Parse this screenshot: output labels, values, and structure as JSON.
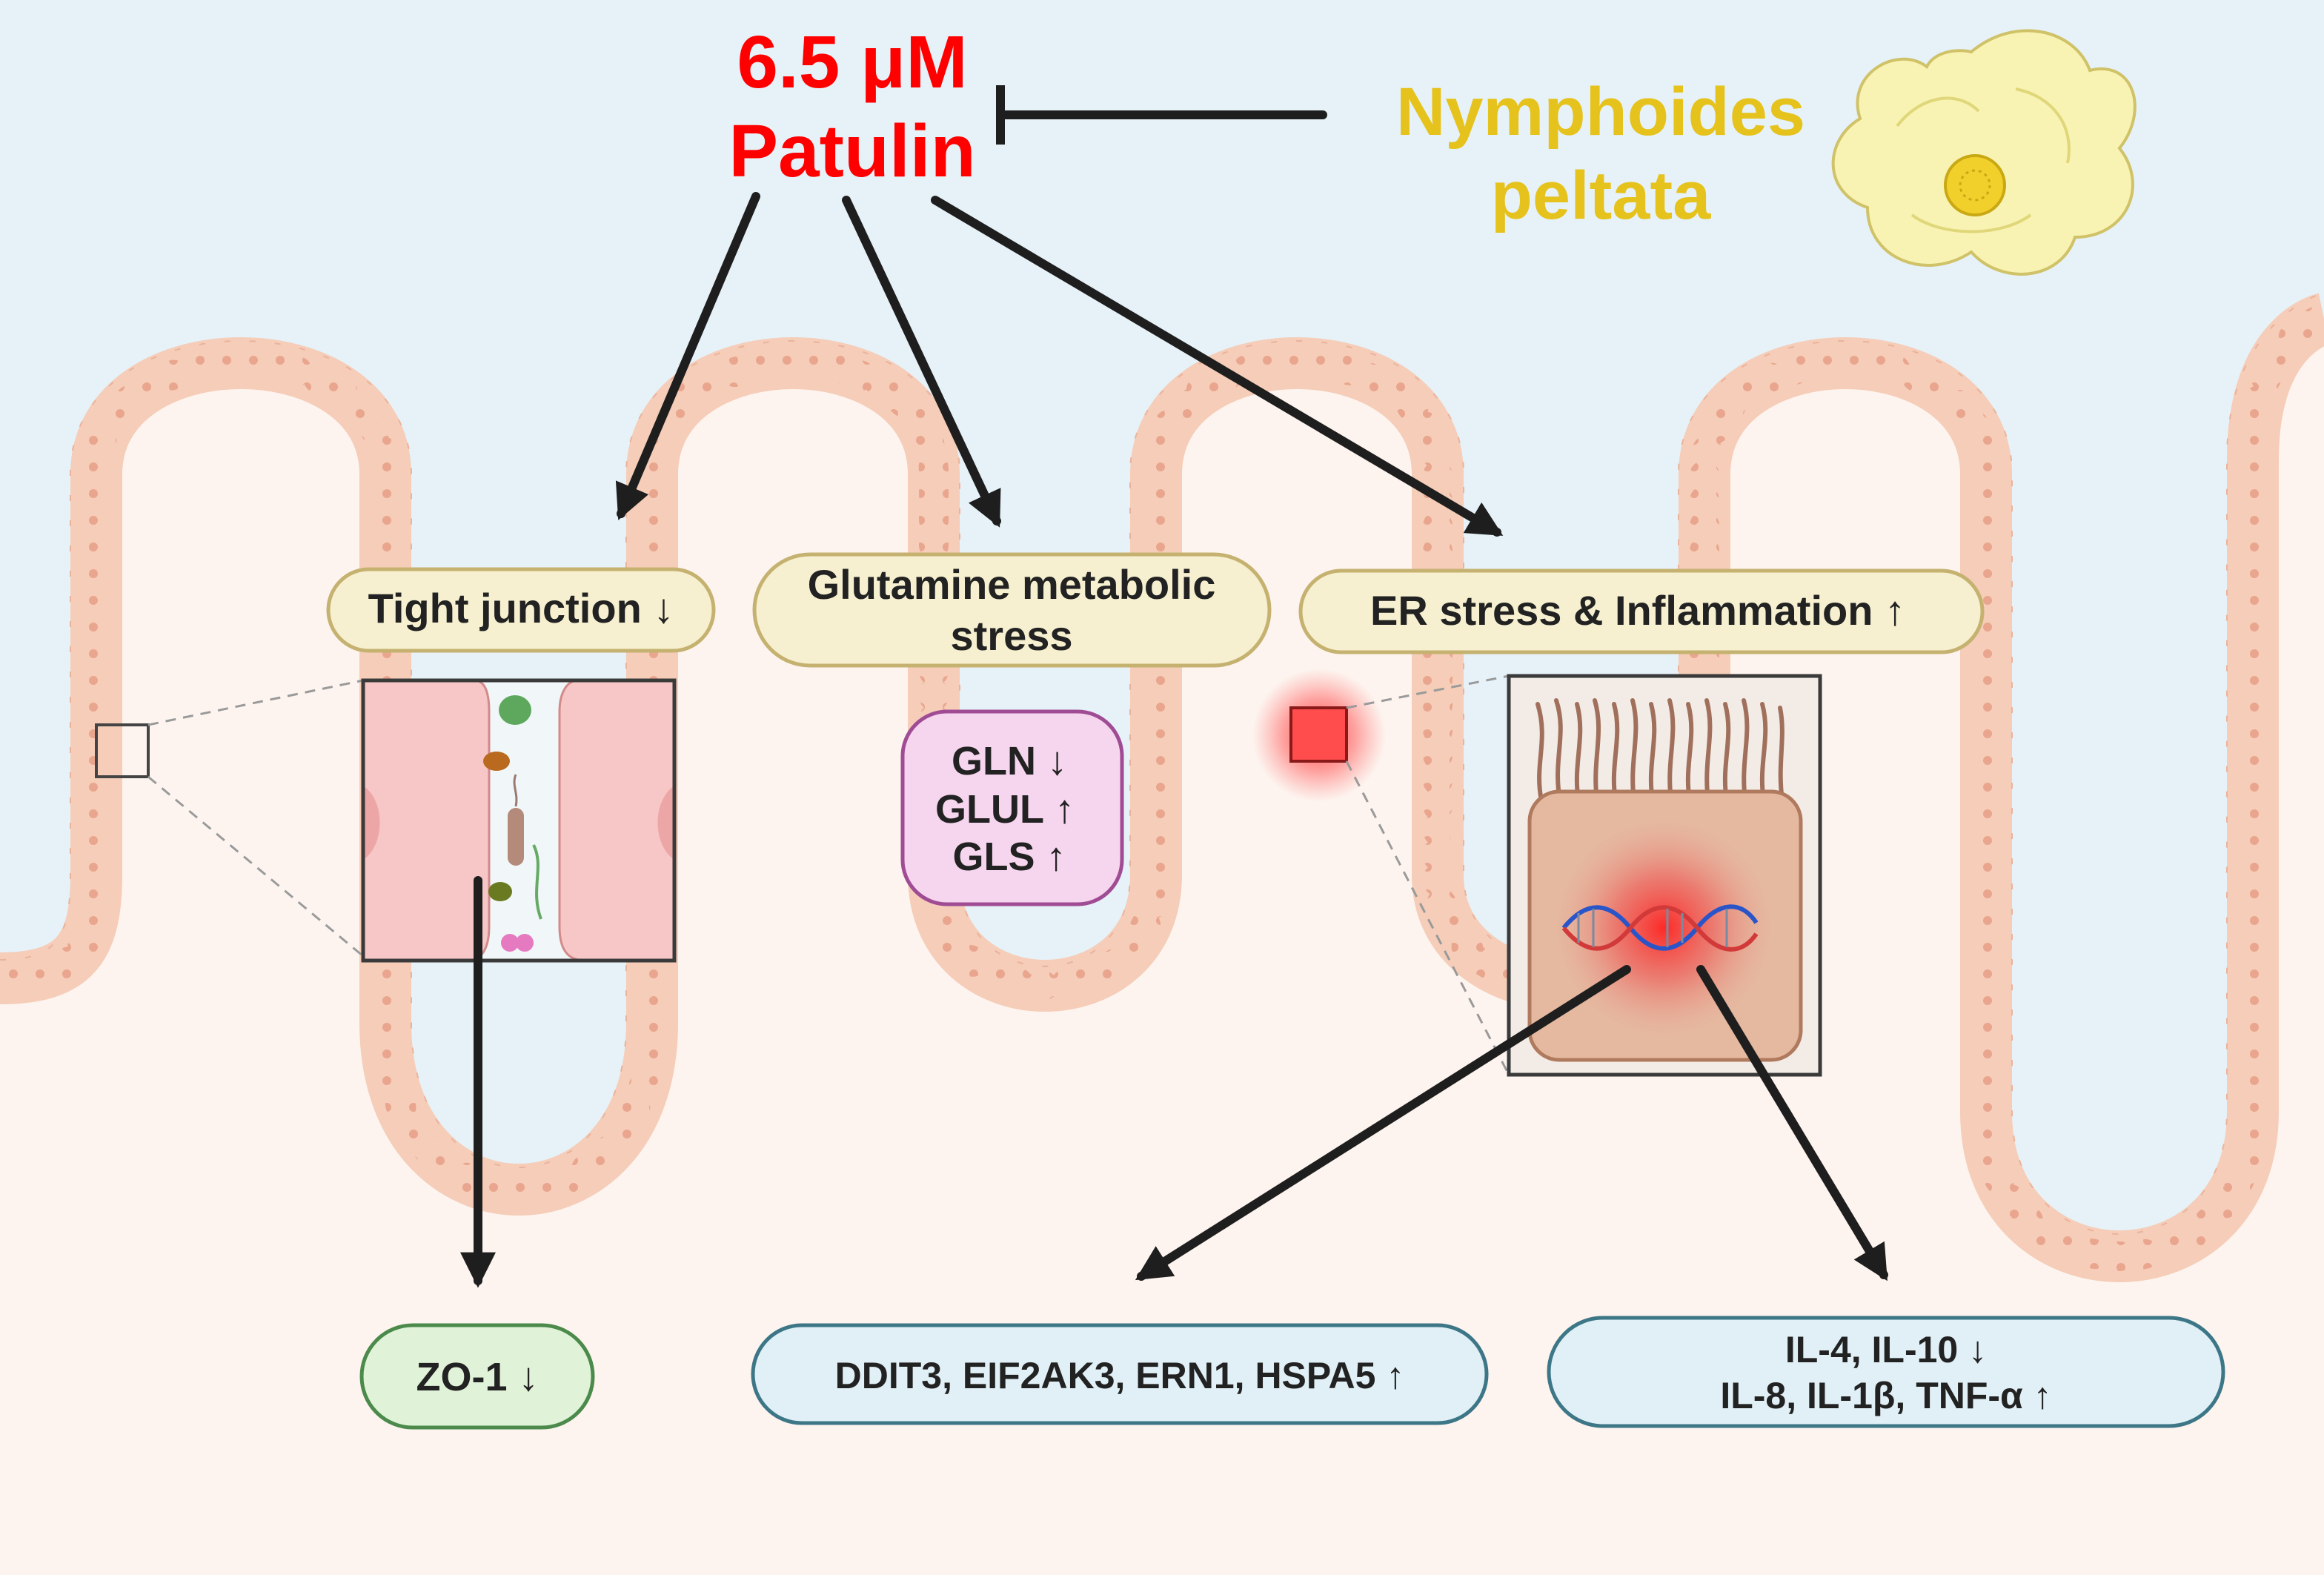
{
  "toxin": {
    "line1": "6.5 μM",
    "line2": "Patulin"
  },
  "inhibitor": {
    "line1": "Nymphoides",
    "line2": "peltata"
  },
  "effects": {
    "tight_junction": "Tight junction ↓",
    "glutamine_line1": "Glutamine metabolic",
    "glutamine_line2": "stress",
    "er_stress": "ER stress & Inflammation ↑"
  },
  "glutamine_markers": [
    "GLN ↓",
    "GLUL ↑",
    "GLS ↑"
  ],
  "outcomes": {
    "zo1": "ZO-1 ↓",
    "er_genes": "DDIT3, EIF2AK3, ERN1, HSPA5 ↑",
    "cytokines_line1": "IL-4,  IL-10 ↓",
    "cytokines_line2": "IL-8, IL-1β, TNF-α ↑"
  },
  "colors": {
    "background_upper": "#e6f2f8",
    "background_lower": "#fdf4ef",
    "villus_cells": "#f5cdb8",
    "toxin_text": "#ff0000",
    "inhibitor_text": "#e6c21c",
    "pill_fill": "#f6f0d0",
    "pill_stroke": "#c5b270",
    "zo1_fill": "#e0f2d8",
    "zo1_stroke": "#4b8a4b",
    "blue_pill_fill": "#e0f0f6",
    "blue_pill_stroke": "#3d7686",
    "marker_fill": "#f6d6ee",
    "marker_stroke": "#a04c94",
    "arrow": "#1e1e1e"
  }
}
